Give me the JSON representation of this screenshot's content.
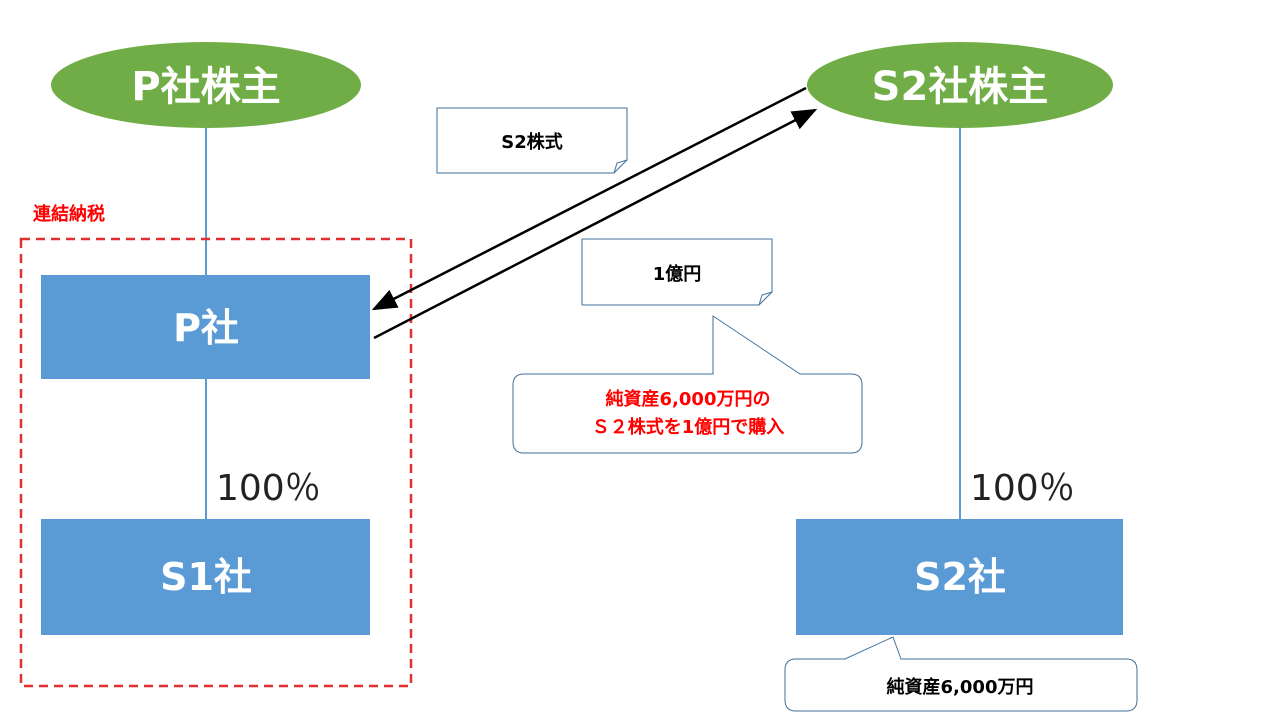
{
  "shareholders": {
    "p": "P社株主",
    "s2": "S2社株主"
  },
  "companies": {
    "p": "P社",
    "s1": "S1社",
    "s2": "S2社"
  },
  "ownership": {
    "p_s1": "100％",
    "s2holder_s2": "100％"
  },
  "group_label": "連結納税",
  "notes": {
    "s2_shares": "S2株式",
    "price": "1億円",
    "purchase_line1": "純資産6,000万円の",
    "purchase_line2": "Ｓ２株式を1億円で購入",
    "s2_net_assets": "純資産6,000万円"
  },
  "colors": {
    "shareholder_fill": "#70ad47",
    "company_fill": "#5b9bd5",
    "connector": "#5b9bd5",
    "group_border": "#e0302f",
    "emphasis_text": "#ff0000",
    "note_border": "#41719c"
  }
}
